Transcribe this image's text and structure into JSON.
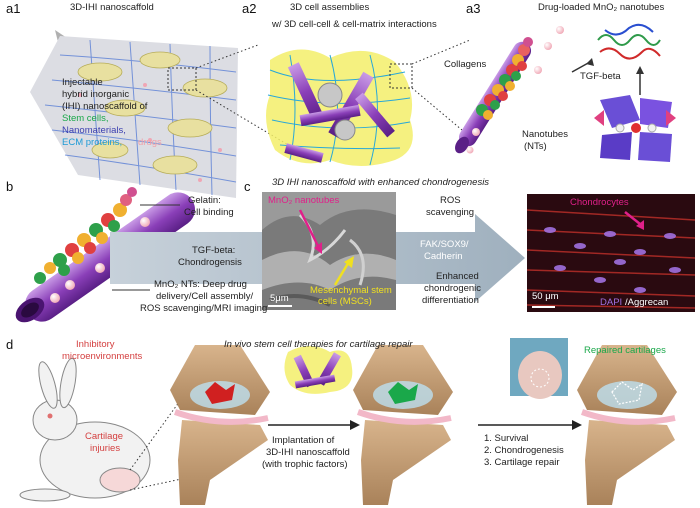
{
  "panel_a": {
    "a1_label": "a1",
    "a1_title": "3D-IHI nanoscaffold",
    "desc_lines": [
      "Injectable",
      "hybrid inorganic",
      "(IHI) nanoscaffold of"
    ],
    "stem_cells": "Stem cells,",
    "nanomaterials": "Nanomaterials,",
    "ecm": "ECM proteins,",
    "drugs": "drugs",
    "a2_label": "a2",
    "a2_title": "3D cell assemblies",
    "a2_subtitle": "w/ 3D cell-cell & cell-matrix interactions",
    "a3_label": "a3",
    "a3_title": "Drug-loaded MnO₂ nanotubes",
    "collagens": "Collagens",
    "tgf": "TGF-beta",
    "nanotubes": "Nanotubes",
    "nts": "(NTs)"
  },
  "panel_b": {
    "label": "b",
    "gelatin": "Gelatin:",
    "cell_binding": "Cell binding",
    "tgf": "TGF-beta:",
    "chondrogensis": "Chondrogensis",
    "mno2_lines": [
      "MnO₂ NTs: Deep drug",
      "delivery/Cell assembly/",
      "ROS scavenging/MRI imaging"
    ]
  },
  "panel_c": {
    "label": "c",
    "title": "3D IHI nanoscaffold with enhanced chondrogenesis",
    "mno2_nanotubes": "MnO₂ nanotubes",
    "msc_lines": [
      "Mesenchymal stem",
      "cells (MSCs)"
    ],
    "scale_left": "5μm",
    "ros": "ROS",
    "scavenging": "scavenging",
    "fak_lines": [
      "FAK/SOX9/",
      "Cadherin"
    ],
    "enhanced_lines": [
      "Enhanced",
      "chondrogenic",
      "differentiation"
    ],
    "chondrocytes": "Chondrocytes",
    "scale_right": "50 μm",
    "dapi": "DAPI",
    "aggrecan": "/Aggrecan"
  },
  "panel_d": {
    "label": "d",
    "inhibitory": "Inhibitory",
    "microenv": "microenvironments",
    "title": "In vivo stem cell therapies for cartilage repair",
    "cartilage": "Cartilage",
    "injuries": "injuries",
    "implant_lines": [
      "Implantation of",
      "3D-IHI nanoscaffold",
      "(with trophic factors)"
    ],
    "steps": [
      "1. Survival",
      "2. Chondrogenesis",
      "3. Cartilage repair"
    ],
    "repaired": "Repaired cartilages"
  },
  "colors": {
    "stem_cells": "#1aa84a",
    "nanomaterials": "#3b3fb0",
    "ecm": "#1e9bd6",
    "drugs": "#f0a0a8",
    "red_label": "#d44040",
    "green_label": "#1aa84a",
    "magenta": "#e0208a",
    "yellow": "#f0e020",
    "tube": "#8a3fb8"
  }
}
